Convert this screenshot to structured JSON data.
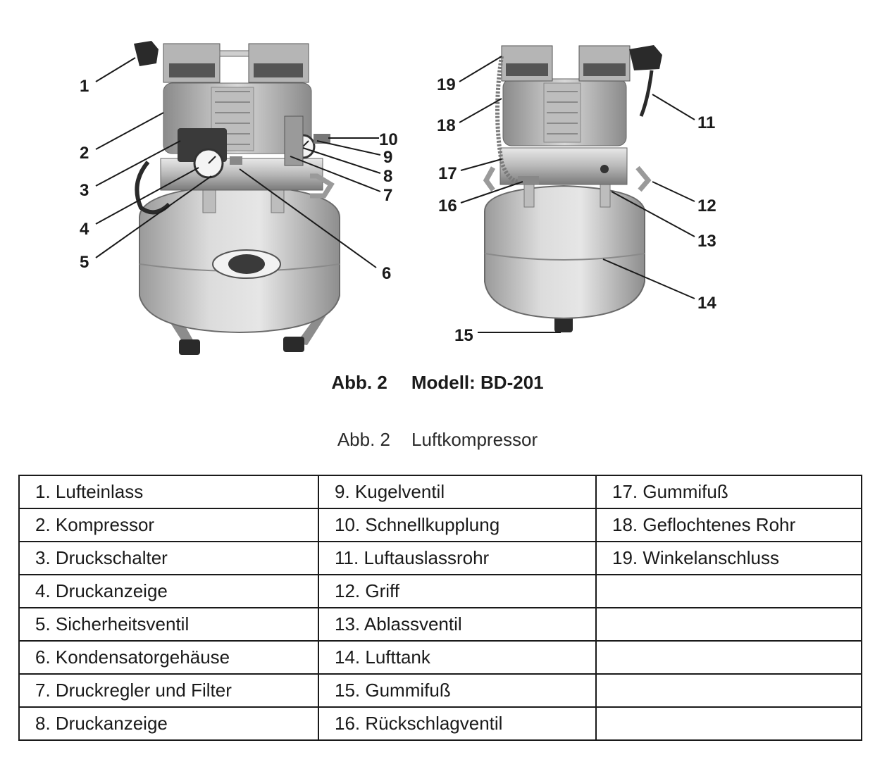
{
  "callouts": {
    "c1": "1",
    "c2": "2",
    "c3": "3",
    "c4": "4",
    "c5": "5",
    "c6": "6",
    "c7": "7",
    "c8": "8",
    "c9": "9",
    "c10": "10",
    "c11": "11",
    "c12": "12",
    "c13": "13",
    "c14": "14",
    "c15": "15",
    "c16": "16",
    "c17": "17",
    "c18": "18",
    "c19": "19"
  },
  "caption_bold": {
    "fig": "Abb. 2",
    "model": "Modell: BD-201"
  },
  "caption_light": {
    "fig": "Abb. 2",
    "title": "Luftkompressor"
  },
  "table": {
    "rows": [
      [
        "1. Lufteinlass",
        "9. Kugelventil",
        "17. Gummifuß"
      ],
      [
        "2. Kompressor",
        "10. Schnellkupplung",
        "18. Geflochtenes Rohr"
      ],
      [
        "3. Druckschalter",
        "11. Luftauslassrohr",
        "19. Winkelanschluss"
      ],
      [
        "4. Druckanzeige",
        "12. Griff",
        ""
      ],
      [
        "5. Sicherheitsventil",
        "13. Ablassventil",
        ""
      ],
      [
        "6. Kondensatorgehäuse",
        "14. Lufttank",
        ""
      ],
      [
        "7. Druckregler und Filter",
        "15. Gummifuß",
        ""
      ],
      [
        "8. Druckanzeige",
        "16. Rückschlagventil",
        ""
      ]
    ]
  }
}
